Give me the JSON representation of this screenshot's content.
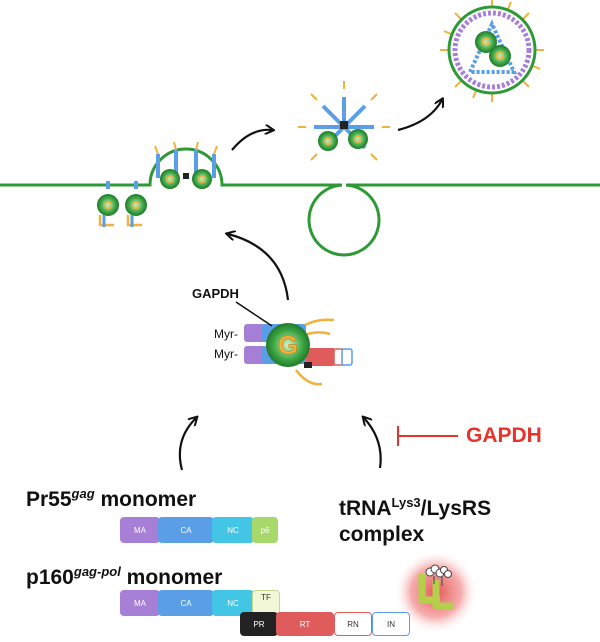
{
  "labels": {
    "gapdh_binding": "GAPDH",
    "myr1": "Myr-",
    "myr2": "Myr-",
    "inhibitor": "GAPDH",
    "pr55_name": "Pr55",
    "pr55_sup": "gag",
    "pr55_suffix": " monomer",
    "p160_name": "p160",
    "p160_sup": "gag-pol",
    "p160_suffix": " monomer",
    "trna_line1_a": "tRNA",
    "trna_line1_sup": "Lys3",
    "trna_line1_b": "/LysRS",
    "trna_line2": "complex",
    "g_letter": "G"
  },
  "pr55_domains": [
    "MA",
    "CA",
    "NC",
    "p6"
  ],
  "p160_domains": [
    "MA",
    "CA",
    "NC",
    "TF",
    "PR",
    "RT",
    "RN",
    "IN"
  ],
  "colors": {
    "membrane": "#2e9a36",
    "inhibitor": "#e8332a",
    "ma": "#a77fd6",
    "ca": "#5a9ee8",
    "nc": "#43c6e6",
    "p6": "#a6d86a",
    "pr": "#222222",
    "rt": "#e05c5c",
    "gapdh_fill": "#f0b23a"
  }
}
